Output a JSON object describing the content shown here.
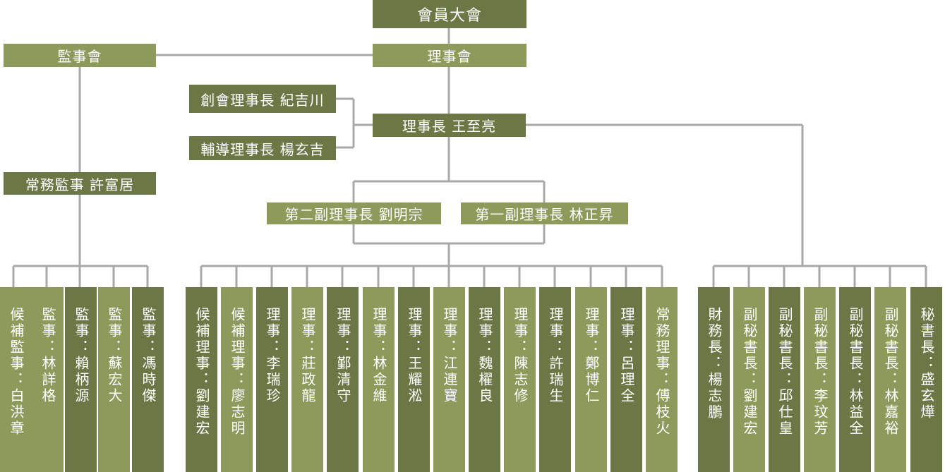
{
  "boxes": {
    "general_assembly": "會員大會",
    "supervisors": "監事會",
    "board": "理事會",
    "founding_chair": "創會理事長 紀吉川",
    "advisory_chair": "輔導理事長 楊玄吉",
    "chairman": "理事長 王至亮",
    "standing_supervisor": "常務監事 許富居",
    "vice2": "第二副理事長 劉明宗",
    "vice1": "第一副理事長 林正昇"
  },
  "supervisor_members": [
    "候補監事：白洪章",
    "監事：林詳格",
    "監事：賴柄源",
    "監事：蘇宏大",
    "監事：馮時傑"
  ],
  "director_members": [
    "候補理事：劉建宏",
    "候補理事：廖志明",
    "理事：李瑞珍",
    "理事：莊政龍",
    "理事：鄞清守",
    "理事：林金維",
    "理事：王耀淞",
    "理事：江連寶",
    "理事：魏櫂良",
    "理事：陳志修",
    "理事：許瑞生",
    "理事：鄭博仁",
    "理事：呂理全",
    "常務理事：傅枝火"
  ],
  "secretariat_members": [
    "財務長：楊志鵬",
    "副秘書長：劉建宏",
    "副秘書長：邱仕皇",
    "副秘書長：李玟芳",
    "副秘書長：林益全",
    "副秘書長：林嘉裕",
    "秘書長：盛玄燁"
  ],
  "colors": {
    "dark": "#6b7846",
    "light": "#8d9a5c",
    "line": "#a8a8a8"
  }
}
